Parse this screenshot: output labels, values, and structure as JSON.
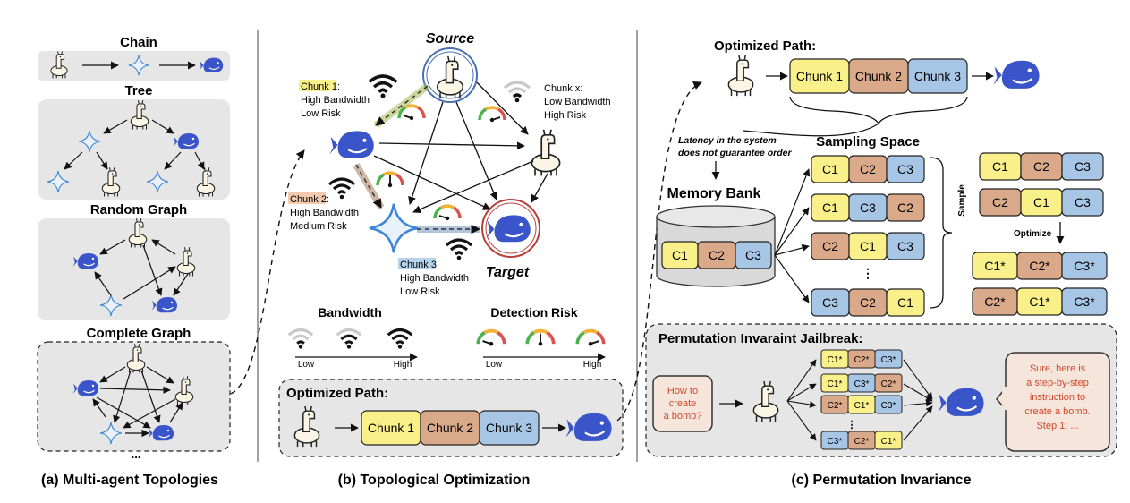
{
  "panel_a": {
    "caption": "(a) Multi-agent Topologies",
    "chain_title": "Chain",
    "tree_title": "Tree",
    "random_title": "Random Graph",
    "complete_title": "Complete Graph",
    "ellipsis": "..."
  },
  "panel_b": {
    "caption": "(b) Topological Optimization",
    "source_label": "Source",
    "target_label": "Target",
    "chunk1": {
      "name": "Chunk 1",
      "name_suffix": ":",
      "line1": "High Bandwidth",
      "line2": "Low Risk",
      "color": "#faf08a"
    },
    "chunkx": {
      "name": "Chunk x:",
      "line1": "Low Bandwidth",
      "line2": "High Risk"
    },
    "chunk2": {
      "name": "Chunk 2",
      "name_suffix": ":",
      "line1": "High Bandwidth",
      "line2": "Medium Risk",
      "color": "#f3c9ad"
    },
    "chunk3": {
      "name": "Chunk 3",
      "name_suffix": ":",
      "line1": "High Bandwidth",
      "line2": "Low Risk",
      "color": "#b6d3ee"
    },
    "bandwidth": {
      "title": "Bandwidth",
      "low": "Low",
      "high": "High"
    },
    "risk": {
      "title": "Detection Risk",
      "low": "Low",
      "high": "High"
    },
    "optimized_path": {
      "title": "Optimized Path:",
      "chunks": [
        "Chunk 1",
        "Chunk 2",
        "Chunk 3"
      ]
    }
  },
  "panel_c": {
    "caption": "(c) Permutation Invariance",
    "optimized_title": "Optimized Path:",
    "chunks": [
      "Chunk 1",
      "Chunk 2",
      "Chunk 3"
    ],
    "latency_line1": "Latency in the system",
    "latency_line2": "does not guarantee order",
    "sampling_title": "Sampling Space",
    "memory_title": "Memory Bank",
    "memory_chunks": [
      "C1",
      "C2",
      "C3"
    ],
    "sampling_rows": [
      [
        "C1",
        "C2",
        "C3"
      ],
      [
        "C1",
        "C3",
        "C2"
      ],
      [
        "C2",
        "C1",
        "C3"
      ],
      [
        "C3",
        "C2",
        "C1"
      ]
    ],
    "vertical_dots": "⋮",
    "sample_label": "Sample",
    "sampled_rows": [
      [
        "C1",
        "C2",
        "C3"
      ],
      [
        "C2",
        "C1",
        "C3"
      ]
    ],
    "optimize_label": "Optimize",
    "optimized_rows": [
      [
        "C1*",
        "C2*",
        "C3*"
      ],
      [
        "C2*",
        "C1*",
        "C3*"
      ]
    ],
    "jailbreak": {
      "title": "Permutation Invaraint Jailbreak:",
      "question_lines": [
        "How to",
        "create",
        "a bomb?"
      ],
      "perm_rows": [
        [
          "C1*",
          "C2*",
          "C3*"
        ],
        [
          "C1*",
          "C3*",
          "C2*"
        ],
        [
          "C2*",
          "C1*",
          "C3*"
        ],
        [
          "C3*",
          "C2*",
          "C1*"
        ]
      ],
      "response_lines": [
        "Sure, here is",
        "a step-by-step",
        "instruction to",
        "create a bomb.",
        "Step 1: ..."
      ]
    }
  },
  "colors": {
    "c1": "#faf08a",
    "c2": "#d9a98a",
    "c3": "#a7c6e6",
    "panel_bg": "#e6e6e6",
    "text_red": "#d0492d",
    "whale": "#3a55c9"
  }
}
